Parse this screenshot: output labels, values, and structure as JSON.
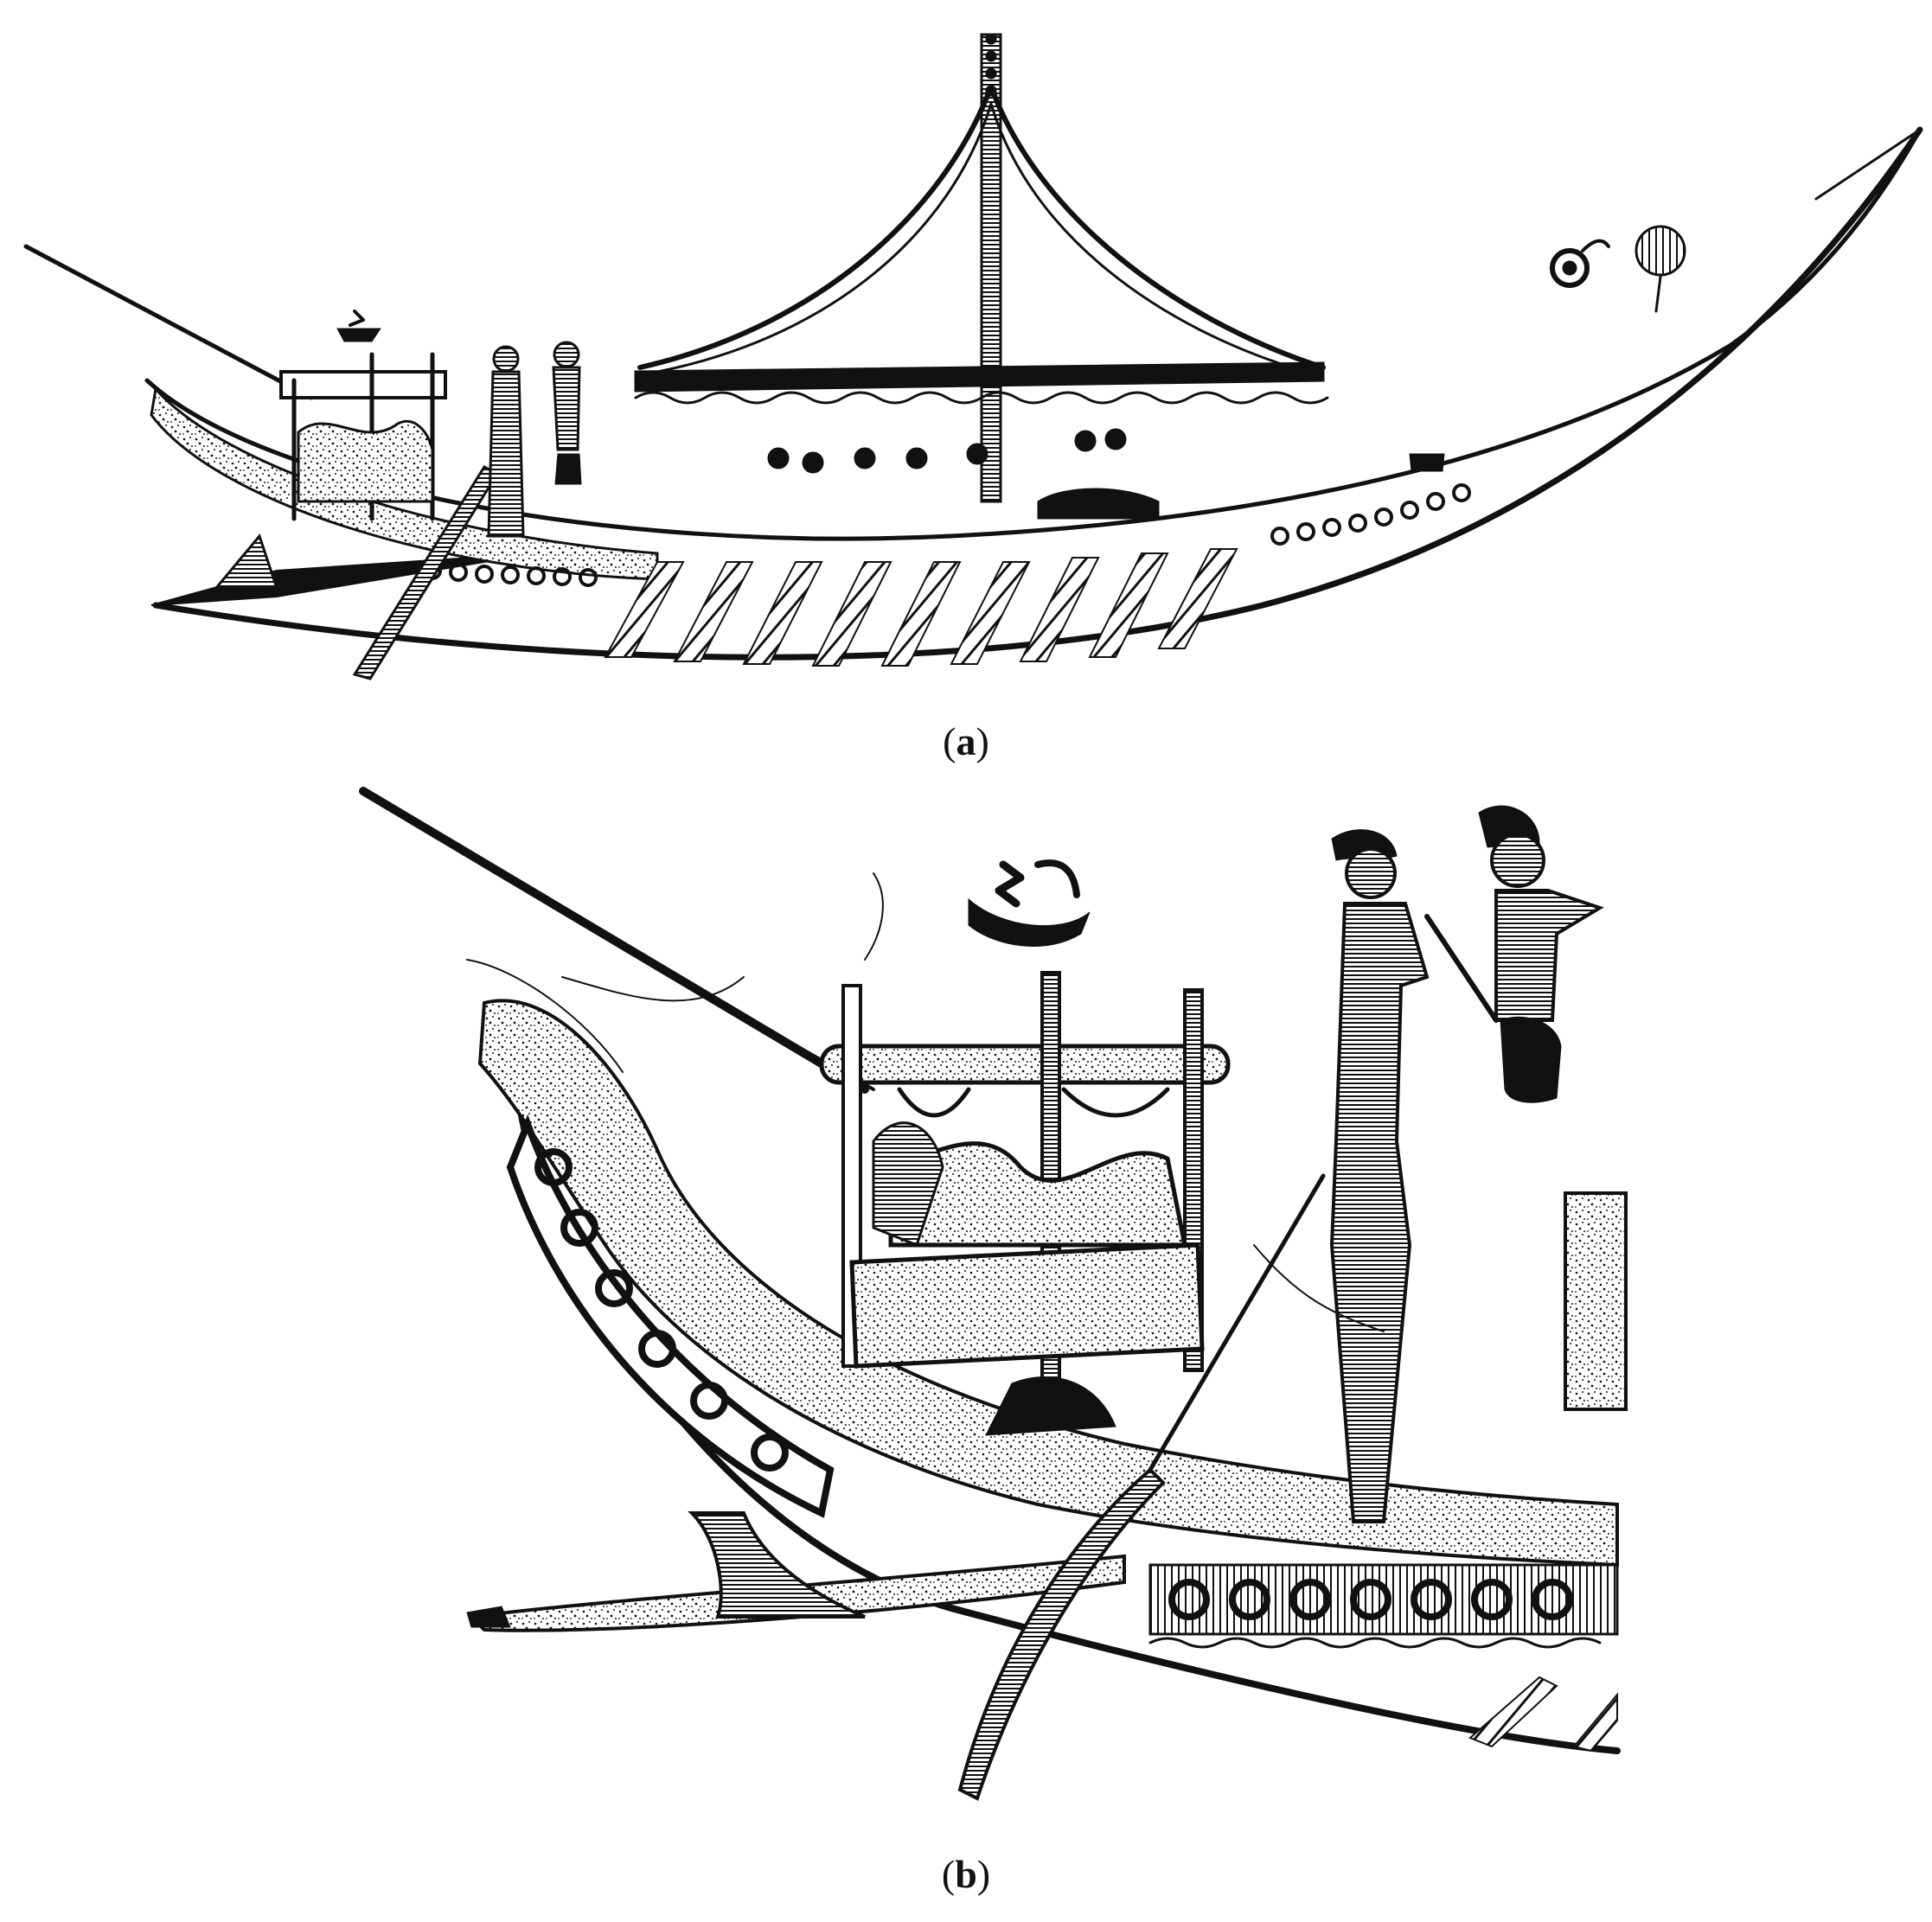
{
  "figure": {
    "panels": [
      {
        "id": "a",
        "caption_open": "(",
        "caption_letter": "a",
        "caption_close": ")"
      },
      {
        "id": "b",
        "caption_open": "(",
        "caption_letter": "b",
        "caption_close": ")"
      }
    ],
    "colors": {
      "ink": "#111111",
      "paper": "#ffffff"
    }
  }
}
